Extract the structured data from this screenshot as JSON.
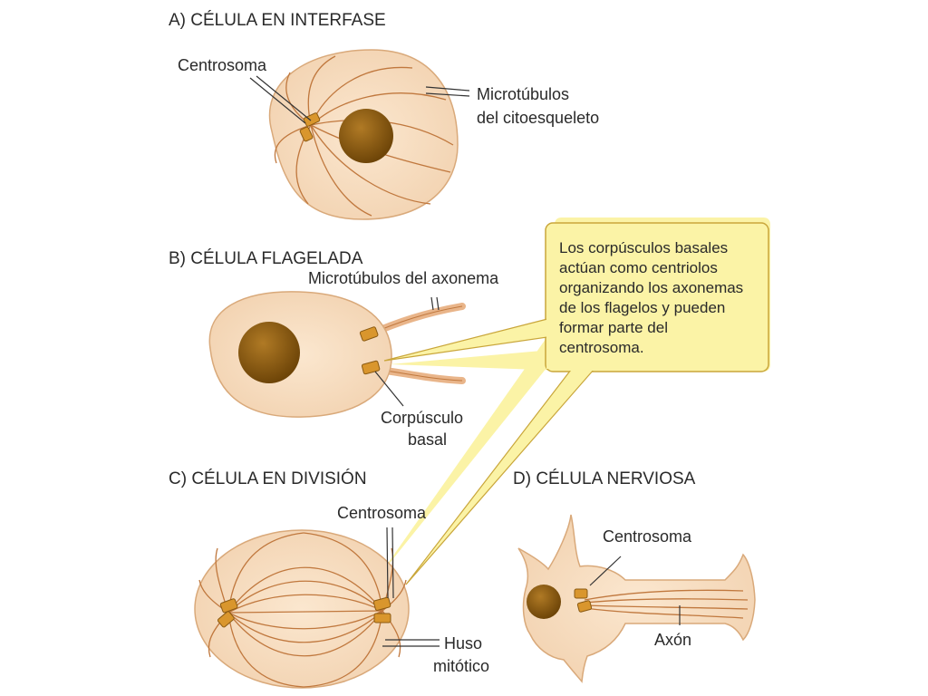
{
  "sections": {
    "a": {
      "title": "A) CÉLULA EN INTERFASE",
      "centrosome": "Centrosoma",
      "microtubules": [
        "Microtúbulos",
        "del citoesqueleto"
      ]
    },
    "b": {
      "title": "B) CÉLULA FLAGELADA",
      "axoneme": "Microtúbulos del axonema",
      "basal_body": [
        "Corpúsculo",
        "basal"
      ]
    },
    "c": {
      "title": "C) CÉLULA EN DIVISIÓN",
      "centrosome": "Centrosoma",
      "spindle": [
        "Huso",
        "mitótico"
      ]
    },
    "d": {
      "title": "D) CÉLULA NERVIOSA",
      "centrosome": "Centrosoma",
      "axon": "Axón"
    }
  },
  "callout": {
    "lines": [
      "Los corpúsculos basales",
      "actúan como centriolos",
      "organizando los axonemas",
      "de los flagelos y pueden",
      "formar parte del",
      "centrosoma."
    ]
  },
  "colors": {
    "cytoplasm": "#f6dcbf",
    "nucleus": "#8a5a12",
    "microtubule": "#c0783e",
    "callout": "#fbf3a6"
  }
}
